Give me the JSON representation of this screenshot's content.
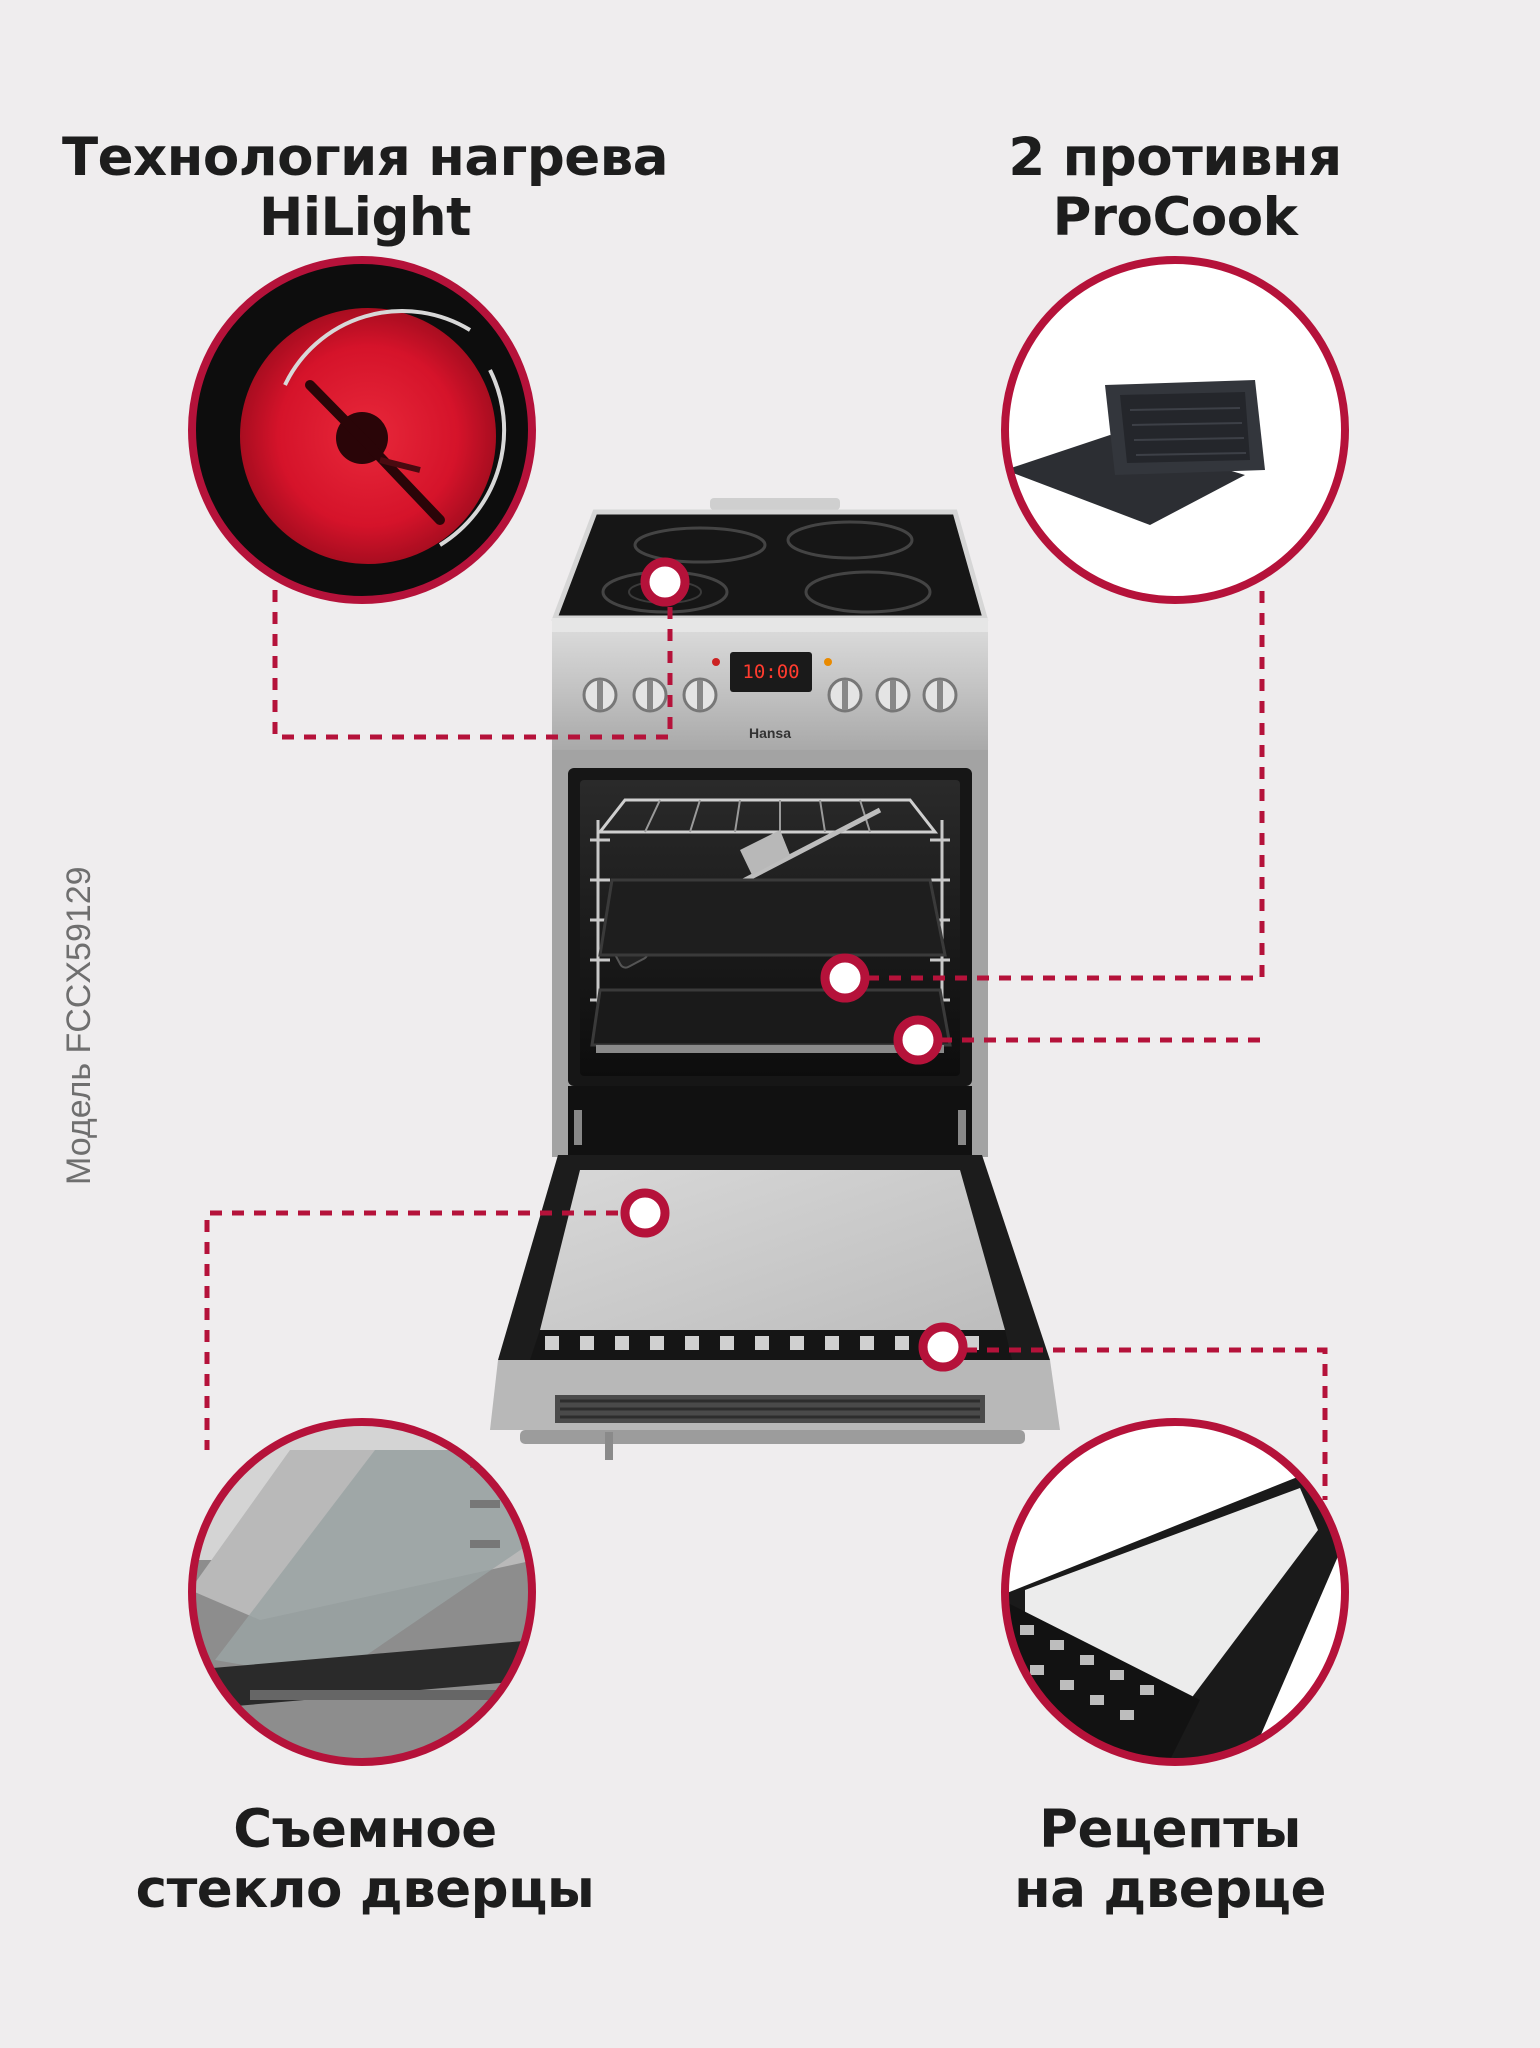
{
  "features": {
    "hilight": {
      "line1": "Технология нагрева",
      "line2": "HiLight"
    },
    "trays": {
      "line1": "2 противня",
      "line2": "ProCook"
    },
    "glass": {
      "line1": "Съемное",
      "line2": "стекло дверцы"
    },
    "recipes": {
      "line1": "Рецепты",
      "line2": "на дверце"
    }
  },
  "model_label": "Модель FCCX59129",
  "oven": {
    "brand": "Hansa",
    "display": "10:00"
  },
  "colors": {
    "accent": "#b5123a",
    "background": "#efedee",
    "text": "#1d1d1d"
  }
}
